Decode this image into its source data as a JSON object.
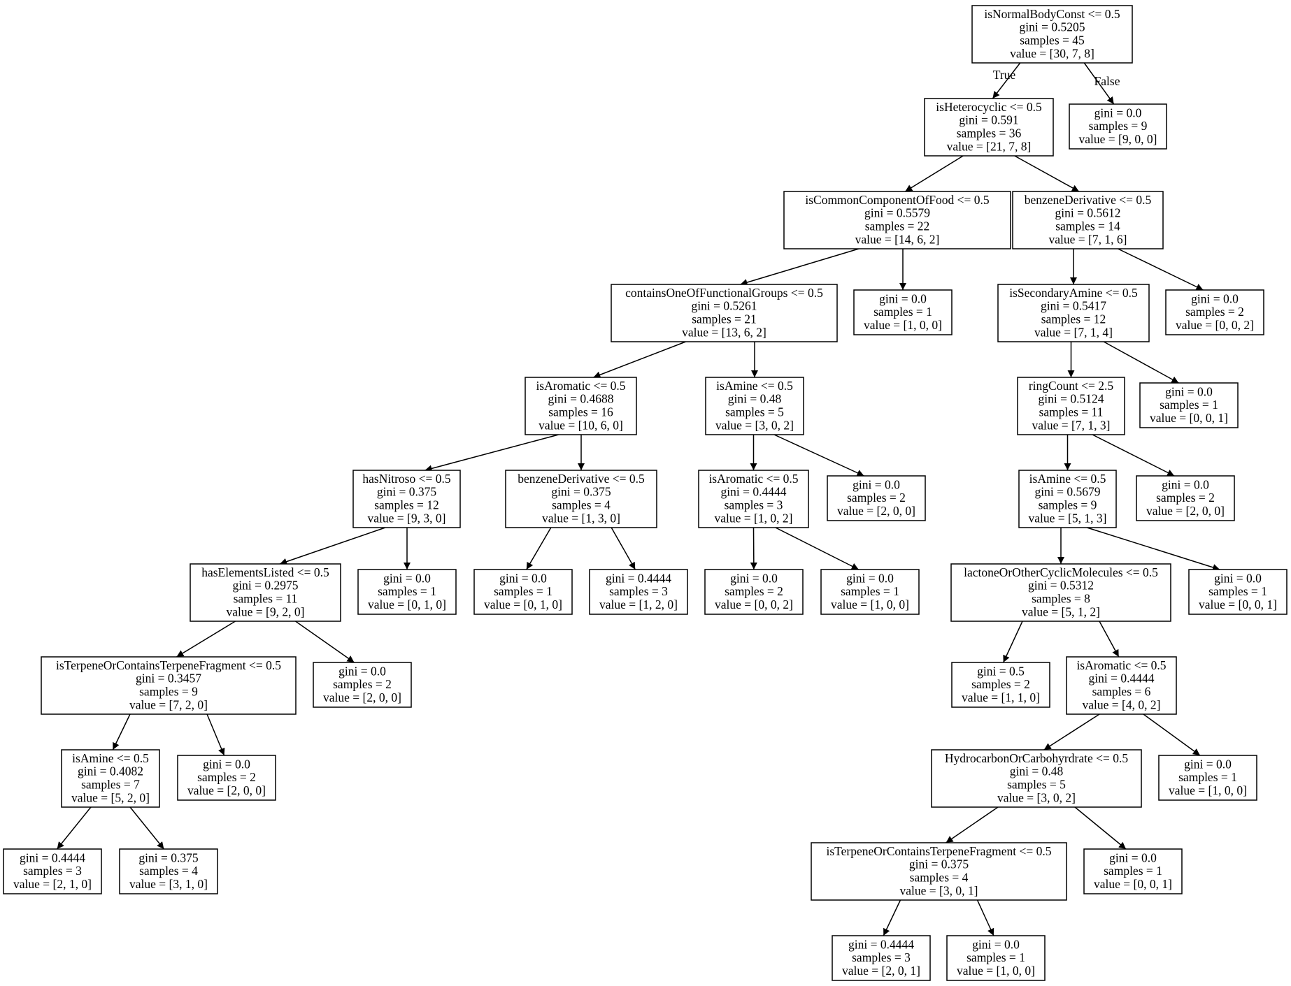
{
  "tree": {
    "edge_labels": {
      "true_label": "True",
      "false_label": "False"
    },
    "nodes": [
      {
        "id": "n0",
        "lines": [
          "isNormalBodyConst <= 0.5",
          "gini = 0.5205",
          "samples = 45",
          "value = [30, 7, 8]"
        ]
      },
      {
        "id": "n1",
        "lines": [
          "isHeterocyclic <= 0.5",
          "gini = 0.591",
          "samples = 36",
          "value = [21, 7, 8]"
        ]
      },
      {
        "id": "n2",
        "lines": [
          "gini = 0.0",
          "samples = 9",
          "value = [9, 0, 0]"
        ]
      },
      {
        "id": "n3",
        "lines": [
          "isCommonComponentOfFood <= 0.5",
          "gini = 0.5579",
          "samples = 22",
          "value = [14, 6, 2]"
        ]
      },
      {
        "id": "n4",
        "lines": [
          "benzeneDerivative <= 0.5",
          "gini = 0.5612",
          "samples = 14",
          "value = [7, 1, 6]"
        ]
      },
      {
        "id": "n5",
        "lines": [
          "containsOneOfFunctionalGroups <= 0.5",
          "gini = 0.5261",
          "samples = 21",
          "value = [13, 6, 2]"
        ]
      },
      {
        "id": "n6",
        "lines": [
          "gini = 0.0",
          "samples = 1",
          "value = [1, 0, 0]"
        ]
      },
      {
        "id": "n7",
        "lines": [
          "isSecondaryAmine <= 0.5",
          "gini = 0.5417",
          "samples = 12",
          "value = [7, 1, 4]"
        ]
      },
      {
        "id": "n8",
        "lines": [
          "gini = 0.0",
          "samples = 2",
          "value = [0, 0, 2]"
        ]
      },
      {
        "id": "n9",
        "lines": [
          "isAromatic <= 0.5",
          "gini = 0.4688",
          "samples = 16",
          "value = [10, 6, 0]"
        ]
      },
      {
        "id": "n10",
        "lines": [
          "isAmine <= 0.5",
          "gini = 0.48",
          "samples = 5",
          "value = [3, 0, 2]"
        ]
      },
      {
        "id": "n11",
        "lines": [
          "ringCount <= 2.5",
          "gini = 0.5124",
          "samples = 11",
          "value = [7, 1, 3]"
        ]
      },
      {
        "id": "n12",
        "lines": [
          "gini = 0.0",
          "samples = 1",
          "value = [0, 0, 1]"
        ]
      },
      {
        "id": "n13",
        "lines": [
          "hasNitroso <= 0.5",
          "gini = 0.375",
          "samples = 12",
          "value = [9, 3, 0]"
        ]
      },
      {
        "id": "n14",
        "lines": [
          "benzeneDerivative <= 0.5",
          "gini = 0.375",
          "samples = 4",
          "value = [1, 3, 0]"
        ]
      },
      {
        "id": "n15",
        "lines": [
          "isAromatic <= 0.5",
          "gini = 0.4444",
          "samples = 3",
          "value = [1, 0, 2]"
        ]
      },
      {
        "id": "n16",
        "lines": [
          "gini = 0.0",
          "samples = 2",
          "value = [2, 0, 0]"
        ]
      },
      {
        "id": "n17",
        "lines": [
          "isAmine <= 0.5",
          "gini = 0.5679",
          "samples = 9",
          "value = [5, 1, 3]"
        ]
      },
      {
        "id": "n18",
        "lines": [
          "gini = 0.0",
          "samples = 2",
          "value = [2, 0, 0]"
        ]
      },
      {
        "id": "n19",
        "lines": [
          "hasElementsListed <= 0.5",
          "gini = 0.2975",
          "samples = 11",
          "value = [9, 2, 0]"
        ]
      },
      {
        "id": "n20",
        "lines": [
          "gini = 0.0",
          "samples = 1",
          "value = [0, 1, 0]"
        ]
      },
      {
        "id": "n21",
        "lines": [
          "gini = 0.0",
          "samples = 1",
          "value = [0, 1, 0]"
        ]
      },
      {
        "id": "n22",
        "lines": [
          "gini = 0.4444",
          "samples = 3",
          "value = [1, 2, 0]"
        ]
      },
      {
        "id": "n23",
        "lines": [
          "gini = 0.0",
          "samples = 2",
          "value = [0, 0, 2]"
        ]
      },
      {
        "id": "n24",
        "lines": [
          "gini = 0.0",
          "samples = 1",
          "value = [1, 0, 0]"
        ]
      },
      {
        "id": "n25",
        "lines": [
          "lactoneOrOtherCyclicMolecules <= 0.5",
          "gini = 0.5312",
          "samples = 8",
          "value = [5, 1, 2]"
        ]
      },
      {
        "id": "n26",
        "lines": [
          "gini = 0.0",
          "samples = 1",
          "value = [0, 0, 1]"
        ]
      },
      {
        "id": "n27",
        "lines": [
          "isTerpeneOrContainsTerpeneFragment <= 0.5",
          "gini = 0.3457",
          "samples = 9",
          "value = [7, 2, 0]"
        ]
      },
      {
        "id": "n28",
        "lines": [
          "gini = 0.0",
          "samples = 2",
          "value = [2, 0, 0]"
        ]
      },
      {
        "id": "n29",
        "lines": [
          "gini = 0.5",
          "samples = 2",
          "value = [1, 1, 0]"
        ]
      },
      {
        "id": "n30",
        "lines": [
          "isAromatic <= 0.5",
          "gini = 0.4444",
          "samples = 6",
          "value = [4, 0, 2]"
        ]
      },
      {
        "id": "n31",
        "lines": [
          "isAmine <= 0.5",
          "gini = 0.4082",
          "samples = 7",
          "value = [5, 2, 0]"
        ]
      },
      {
        "id": "n32",
        "lines": [
          "gini = 0.0",
          "samples = 2",
          "value = [2, 0, 0]"
        ]
      },
      {
        "id": "n33",
        "lines": [
          "HydrocarbonOrCarbohyrdrate <= 0.5",
          "gini = 0.48",
          "samples = 5",
          "value = [3, 0, 2]"
        ]
      },
      {
        "id": "n34",
        "lines": [
          "gini = 0.0",
          "samples = 1",
          "value = [1, 0, 0]"
        ]
      },
      {
        "id": "n35",
        "lines": [
          "gini = 0.4444",
          "samples = 3",
          "value = [2, 1, 0]"
        ]
      },
      {
        "id": "n36",
        "lines": [
          "gini = 0.375",
          "samples = 4",
          "value = [3, 1, 0]"
        ]
      },
      {
        "id": "n37",
        "lines": [
          "isTerpeneOrContainsTerpeneFragment <= 0.5",
          "gini = 0.375",
          "samples = 4",
          "value = [3, 0, 1]"
        ]
      },
      {
        "id": "n38",
        "lines": [
          "gini = 0.0",
          "samples = 1",
          "value = [0, 0, 1]"
        ]
      },
      {
        "id": "n39",
        "lines": [
          "gini = 0.4444",
          "samples = 3",
          "value = [2, 0, 1]"
        ]
      },
      {
        "id": "n40",
        "lines": [
          "gini = 0.0",
          "samples = 1",
          "value = [1, 0, 0]"
        ]
      }
    ],
    "edges": [
      {
        "from": "n0",
        "to": "n1"
      },
      {
        "from": "n0",
        "to": "n2"
      },
      {
        "from": "n1",
        "to": "n3"
      },
      {
        "from": "n1",
        "to": "n4"
      },
      {
        "from": "n3",
        "to": "n5"
      },
      {
        "from": "n3",
        "to": "n6"
      },
      {
        "from": "n4",
        "to": "n7"
      },
      {
        "from": "n4",
        "to": "n8"
      },
      {
        "from": "n5",
        "to": "n9"
      },
      {
        "from": "n5",
        "to": "n10"
      },
      {
        "from": "n7",
        "to": "n11"
      },
      {
        "from": "n7",
        "to": "n12"
      },
      {
        "from": "n9",
        "to": "n13"
      },
      {
        "from": "n9",
        "to": "n14"
      },
      {
        "from": "n10",
        "to": "n15"
      },
      {
        "from": "n10",
        "to": "n16"
      },
      {
        "from": "n11",
        "to": "n17"
      },
      {
        "from": "n11",
        "to": "n18"
      },
      {
        "from": "n13",
        "to": "n19"
      },
      {
        "from": "n13",
        "to": "n20"
      },
      {
        "from": "n14",
        "to": "n21"
      },
      {
        "from": "n14",
        "to": "n22"
      },
      {
        "from": "n15",
        "to": "n23"
      },
      {
        "from": "n15",
        "to": "n24"
      },
      {
        "from": "n17",
        "to": "n25"
      },
      {
        "from": "n17",
        "to": "n26"
      },
      {
        "from": "n19",
        "to": "n27"
      },
      {
        "from": "n19",
        "to": "n28"
      },
      {
        "from": "n25",
        "to": "n29"
      },
      {
        "from": "n25",
        "to": "n30"
      },
      {
        "from": "n27",
        "to": "n31"
      },
      {
        "from": "n27",
        "to": "n32"
      },
      {
        "from": "n30",
        "to": "n33"
      },
      {
        "from": "n30",
        "to": "n34"
      },
      {
        "from": "n31",
        "to": "n35"
      },
      {
        "from": "n31",
        "to": "n36"
      },
      {
        "from": "n33",
        "to": "n37"
      },
      {
        "from": "n33",
        "to": "n38"
      },
      {
        "from": "n37",
        "to": "n39"
      },
      {
        "from": "n37",
        "to": "n40"
      }
    ]
  }
}
